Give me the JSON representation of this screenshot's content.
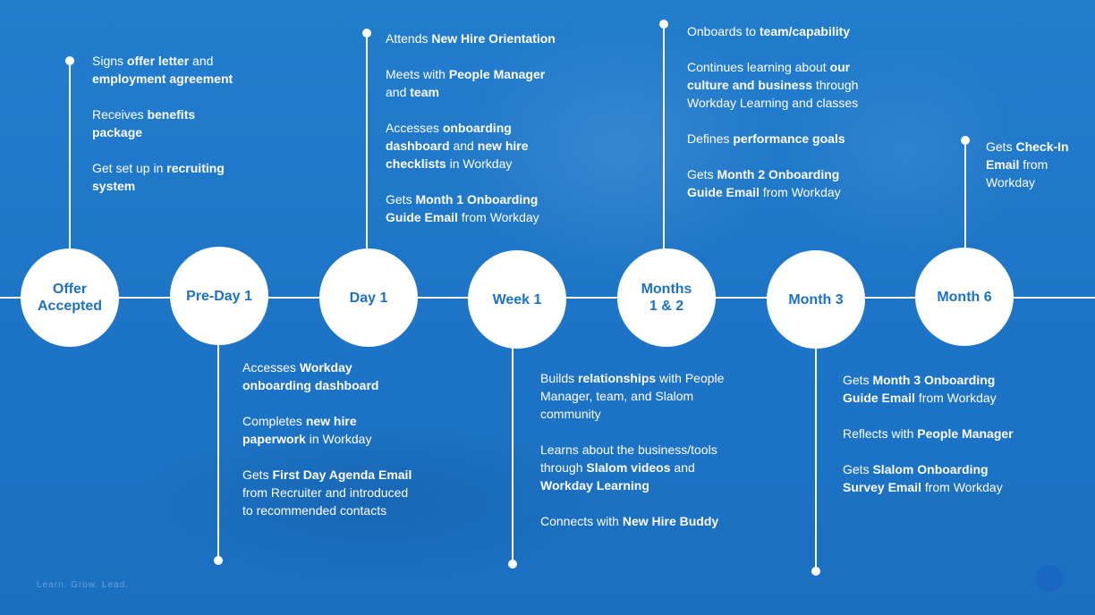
{
  "stages": [
    {
      "label": "Offer\nAccepted"
    },
    {
      "label": "Pre-Day 1"
    },
    {
      "label": "Day 1"
    },
    {
      "label": "Week 1"
    },
    {
      "label": "Months\n1 & 2"
    },
    {
      "label": "Month 3"
    },
    {
      "label": "Month 6"
    }
  ],
  "details": [
    [
      [
        [
          "Signs ",
          false
        ],
        [
          "offer letter",
          true
        ],
        [
          " and ",
          false
        ],
        [
          "employment agreement",
          true
        ]
      ],
      [
        [
          "Receives ",
          false
        ],
        [
          "benefits package",
          true
        ]
      ],
      [
        [
          "Get set up in ",
          false
        ],
        [
          "recruiting system",
          true
        ]
      ]
    ],
    [
      [
        [
          "Accesses ",
          false
        ],
        [
          "Workday onboarding dashboard",
          true
        ]
      ],
      [
        [
          "Completes ",
          false
        ],
        [
          "new hire paperwork",
          true
        ],
        [
          " in Workday",
          false
        ]
      ],
      [
        [
          "Gets ",
          false
        ],
        [
          "First Day Agenda Email",
          true
        ],
        [
          " from Recruiter and introduced to recommended contacts",
          false
        ]
      ]
    ],
    [
      [
        [
          "Attends ",
          false
        ],
        [
          "New Hire Orientation",
          true
        ]
      ],
      [
        [
          "Meets with ",
          false
        ],
        [
          "People Manager",
          true
        ],
        [
          " and ",
          false
        ],
        [
          "team",
          true
        ]
      ],
      [
        [
          "Accesses ",
          false
        ],
        [
          "onboarding dashboard",
          true
        ],
        [
          " and ",
          false
        ],
        [
          "new hire checklists",
          true
        ],
        [
          " in Workday",
          false
        ]
      ],
      [
        [
          "Gets ",
          false
        ],
        [
          "Month 1 Onboarding Guide Email",
          true
        ],
        [
          " from Workday",
          false
        ]
      ]
    ],
    [
      [
        [
          "Builds ",
          false
        ],
        [
          "relationships",
          true
        ],
        [
          " with People Manager, team, and Slalom community",
          false
        ]
      ],
      [
        [
          "Learns about the business/tools through ",
          false
        ],
        [
          "Slalom videos",
          true
        ],
        [
          " and ",
          false
        ],
        [
          "Workday Learning",
          true
        ]
      ],
      [
        [
          "Connects with ",
          false
        ],
        [
          "New Hire Buddy",
          true
        ]
      ]
    ],
    [
      [
        [
          "Onboards to ",
          false
        ],
        [
          "team/capability",
          true
        ]
      ],
      [
        [
          "Continues learning about ",
          false
        ],
        [
          "our culture and business",
          true
        ],
        [
          " through Workday Learning and classes",
          false
        ]
      ],
      [
        [
          "Defines ",
          false
        ],
        [
          "performance goals",
          true
        ]
      ],
      [
        [
          "Gets ",
          false
        ],
        [
          "Month 2 Onboarding Guide Email",
          true
        ],
        [
          " from Workday",
          false
        ]
      ]
    ],
    [
      [
        [
          "Gets ",
          false
        ],
        [
          "Month 3 Onboarding Guide Email",
          true
        ],
        [
          " from Workday",
          false
        ]
      ],
      [
        [
          "Reflects with ",
          false
        ],
        [
          "People Manager",
          true
        ]
      ],
      [
        [
          "Gets ",
          false
        ],
        [
          "Slalom Onboarding Survey Email",
          true
        ],
        [
          " from Workday",
          false
        ]
      ]
    ],
    [
      [
        [
          "Gets ",
          false
        ],
        [
          "Check-In Email",
          true
        ],
        [
          " from Workday",
          false
        ]
      ]
    ]
  ],
  "footer": "Learn. Grow. Lead."
}
